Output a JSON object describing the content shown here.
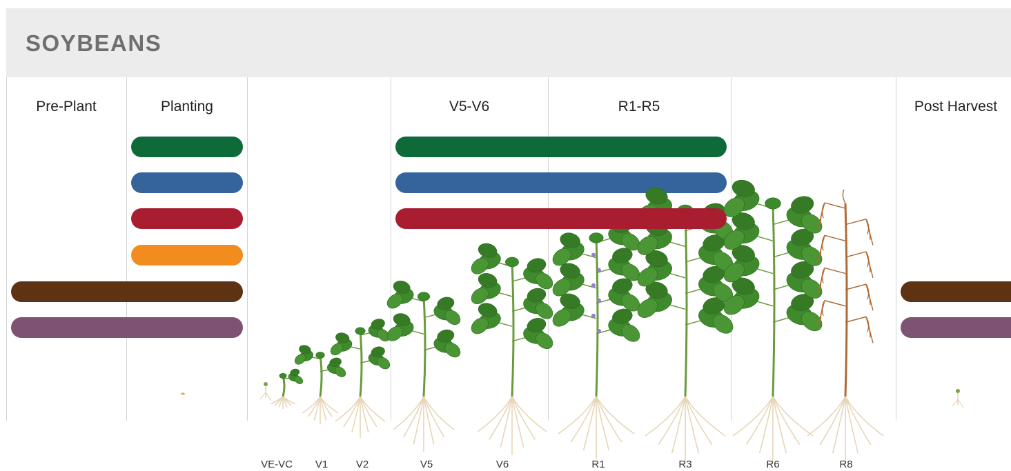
{
  "title": "SOYBEANS",
  "columns": [
    "Pre-Plant",
    "Planting",
    "",
    "V5-V6",
    "R1-R5",
    "",
    "Post Harvest"
  ],
  "stages": [
    "VE-VC",
    "V1",
    "V2",
    "V5",
    "V6",
    "R1",
    "R3",
    "R6",
    "R8"
  ],
  "colors": {
    "green": "#0e6a38",
    "blue": "#35639b",
    "red": "#a81d2f",
    "orange": "#f28c1f",
    "brown": "#5e3314",
    "purple": "#7e5272",
    "header_bg": "#ececec",
    "leaf": "#3f8a2c",
    "root": "#e6d6b8",
    "dead": "#b06a33"
  }
}
